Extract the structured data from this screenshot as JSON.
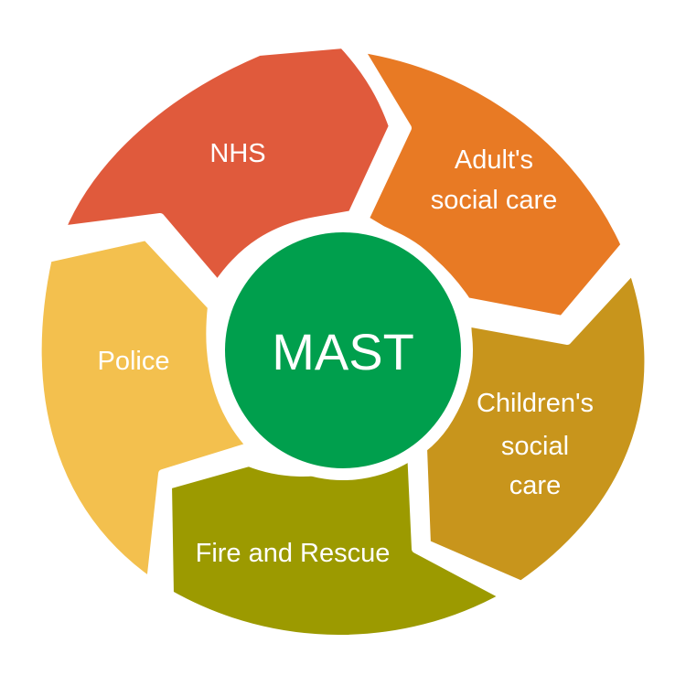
{
  "diagram": {
    "center": {
      "label": "MAST",
      "color": "#009F4D"
    },
    "segments": [
      {
        "id": "nhs",
        "lines": [
          "NHS"
        ],
        "color": "#E05A3C"
      },
      {
        "id": "adults-social-care",
        "lines": [
          "Adult's",
          "social care"
        ],
        "color": "#E87A24"
      },
      {
        "id": "childrens-social-care",
        "lines": [
          "Children's",
          "social",
          "care"
        ],
        "color": "#C8951C"
      },
      {
        "id": "fire-and-rescue",
        "lines": [
          "Fire and Rescue"
        ],
        "color": "#9C9A00"
      },
      {
        "id": "police",
        "lines": [
          "Police"
        ],
        "color": "#F3C04E"
      }
    ],
    "background": "#FFFFFF",
    "separator_color": "#FFFFFF"
  }
}
